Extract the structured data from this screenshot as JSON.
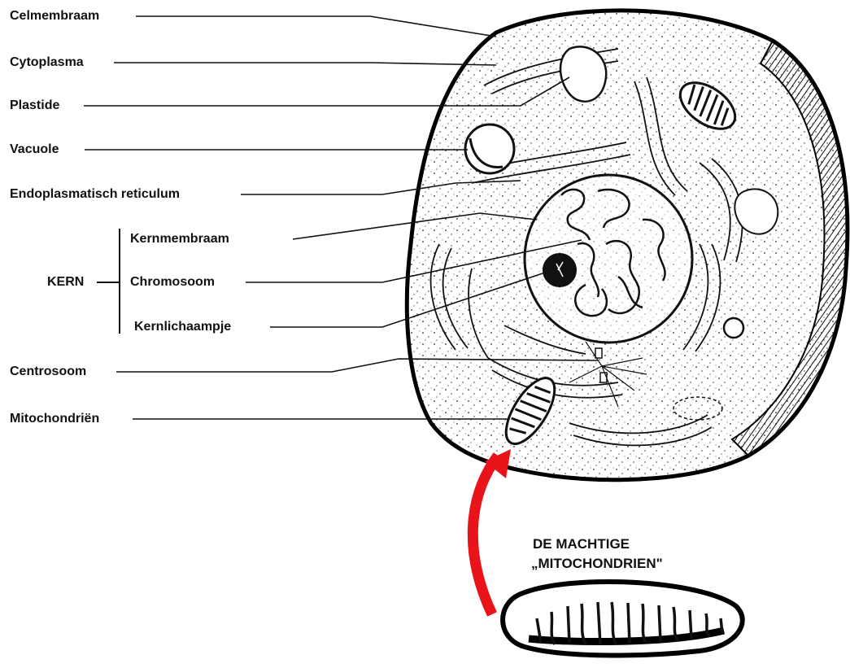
{
  "labels": {
    "celmembraam": "Celmembraam",
    "cytoplasma": "Cytoplasma",
    "plastide": "Plastide",
    "vacuole": "Vacuole",
    "endoplasmatisch_reticulum": "Endoplasmatisch reticulum",
    "kern": "KERN",
    "kernmembraam": "Kernmembraam",
    "chromosoom": "Chromosoom",
    "kernlichaampje": "Kernlichaampje",
    "centrosoom": "Centrosoom",
    "mitochondrien": "Mitochondriën"
  },
  "callout": {
    "line1": "DE MACHTIGE",
    "line2": "„MITOCHONDRIEN\""
  },
  "colors": {
    "ink": "#111111",
    "accent_arrow": "#e8141a",
    "background": "#ffffff"
  }
}
